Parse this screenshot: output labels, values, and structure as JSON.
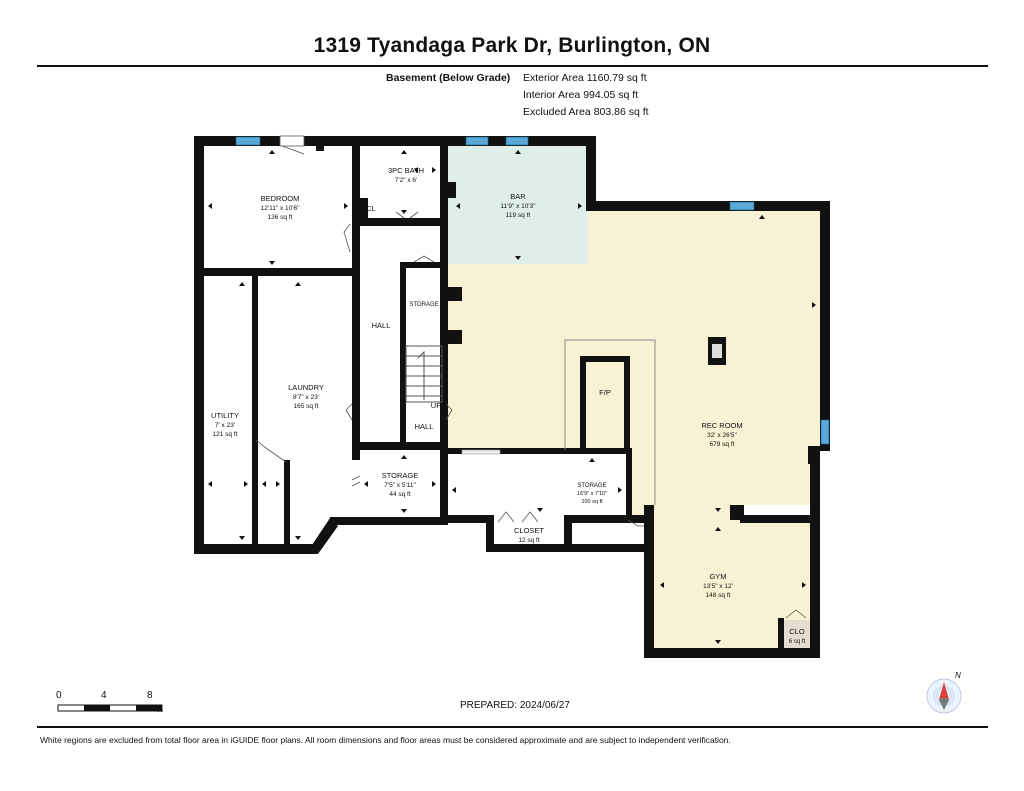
{
  "title": "1319 Tyandaga Park Dr, Burlington, ON",
  "floor": {
    "label": "Basement (Below Grade)",
    "exterior_label": "Exterior Area",
    "exterior_value": "1160.79 sq ft",
    "interior_label": "Interior Area",
    "interior_value": "994.05 sq ft",
    "excluded_label": "Excluded Area",
    "excluded_value": "803.86 sq ft"
  },
  "rooms": {
    "bedroom": {
      "name": "BEDROOM",
      "dims": "12'11\" x 10'6\"",
      "area": "136 sq ft"
    },
    "bath": {
      "name": "3PC BATH",
      "dims": "7'2\" x 6'"
    },
    "cl": {
      "name": "CL"
    },
    "bar": {
      "name": "BAR",
      "dims": "11'9\" x 10'3\"",
      "area": "119 sq ft"
    },
    "storage_small": {
      "name": "STORAGE"
    },
    "hall_upper": {
      "name": "HALL"
    },
    "up": {
      "name": "UP"
    },
    "hall_lower": {
      "name": "HALL"
    },
    "laundry": {
      "name": "LAUNDRY",
      "dims": "8'7\" x 23'",
      "area": "165 sq ft"
    },
    "utility": {
      "name": "UTILITY",
      "dims": "7' x 23'",
      "area": "121 sq ft"
    },
    "storage_mid": {
      "name": "STORAGE",
      "dims": "7'5\" x 5'11\"",
      "area": "44 sq ft"
    },
    "storage_right": {
      "name": "STORAGE",
      "dims": "16'9\" x 7'10\"",
      "area": "100 sq ft"
    },
    "closet": {
      "name": "CLOSET",
      "area": "12 sq ft"
    },
    "fp": {
      "name": "F/P"
    },
    "rec": {
      "name": "REC ROOM",
      "dims": "32' x 26'5\"",
      "area": "679 sq ft"
    },
    "gym": {
      "name": "GYM",
      "dims": "13'5\" x 12'",
      "area": "148 sq ft"
    },
    "clo": {
      "name": "CLO",
      "area": "6 sq ft"
    }
  },
  "scale": {
    "ticks": [
      "0",
      "4",
      "8"
    ],
    "unit": "ft"
  },
  "compass": {
    "north": "N"
  },
  "colors": {
    "wall": "#111111",
    "rec_room": "#f7f2d3",
    "bar": "#dfeee6",
    "clo": "#e5ddd0",
    "window": "#5aa9d9"
  },
  "prepared": "PREPARED: 2024/06/27",
  "footer": "White regions are excluded from total floor area in iGUIDE floor plans. All room dimensions and floor areas must be considered approximate and are subject to independent verification."
}
